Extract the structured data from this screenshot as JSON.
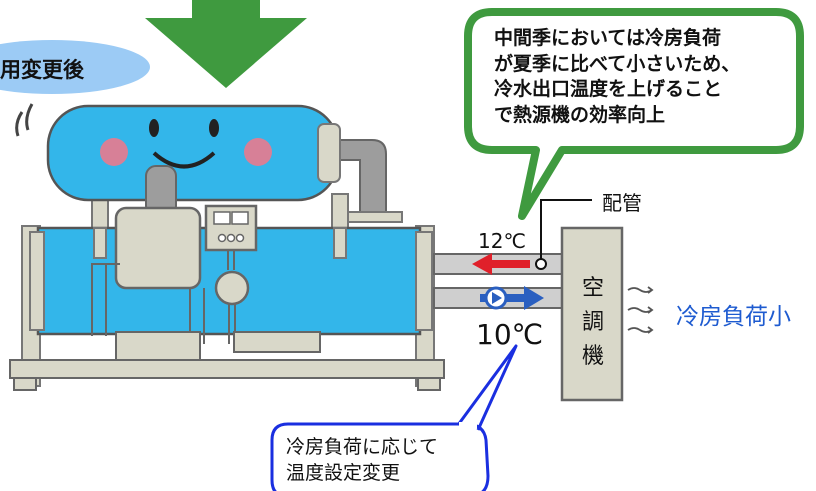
{
  "after_label": "用変更後",
  "green_bubble": {
    "lines": [
      "中間季においては冷房負荷",
      "が夏季に比べて小さいため、",
      "冷水出口温度を上げること",
      "で熱源機の効率向上"
    ]
  },
  "pipe_label": "配管",
  "temp_return": "12℃",
  "temp_supply": "10℃",
  "air_unit": {
    "chars": [
      "空",
      "調",
      "機"
    ]
  },
  "load_label": "冷房負荷小",
  "blue_bubble": {
    "lines": [
      "冷房負荷に応じて",
      "温度設定変更"
    ]
  },
  "colors": {
    "green": "#3f9a3f",
    "tank_blue": "#33b6ea",
    "frame": "#d9d8c9",
    "label_blue": "#1e5bd0",
    "arrow_red": "#e0202a",
    "arrow_blue": "#2a5fc0"
  }
}
